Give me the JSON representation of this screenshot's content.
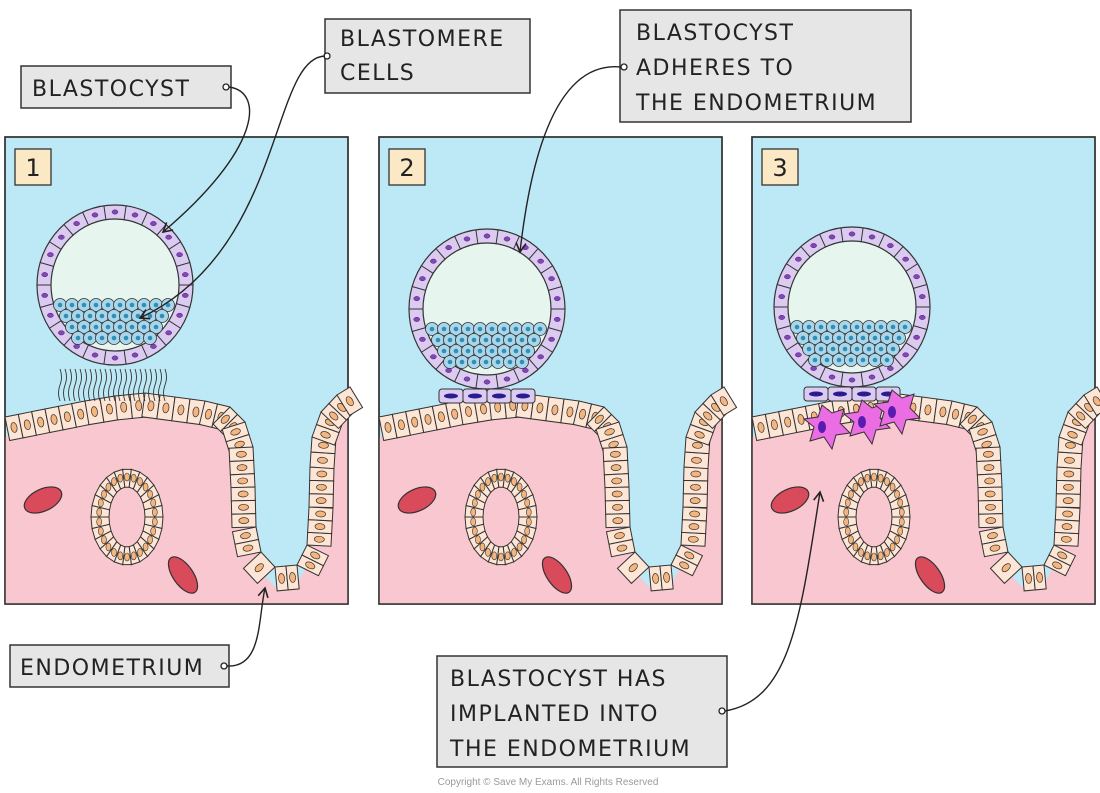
{
  "colors": {
    "fluid": "#bde8f6",
    "tissue": "#f8c7cf",
    "epithelial_cell": "#fde6d6",
    "nucleus_orange": "#f5b57e",
    "trophoblast": "#dccbf1",
    "trophoblast_nucleus": "#8b3fc9",
    "cavity": "#e6f6ef",
    "blastomere": "#a9d6ea",
    "blastomere_nucleus": "#2f8fb5",
    "invading_cell": "#ea6de3",
    "blood_cell": "#d94a5a",
    "label_box": "#e6e6e6",
    "panel_number_box": "#fbe8c5"
  },
  "panels": [
    {
      "number": "1",
      "stage": "approaching"
    },
    {
      "number": "2",
      "stage": "adhering"
    },
    {
      "number": "3",
      "stage": "implanted"
    }
  ],
  "labels": {
    "blastocyst": "BLASTOCYST",
    "blastomere": [
      "BLASTOMERE",
      "CELLS"
    ],
    "adheres": [
      "BLASTOCYST",
      "ADHERES TO",
      "THE ENDOMETRIUM"
    ],
    "endometrium": "ENDOMETRIUM",
    "implanted": [
      "BLASTOCYST HAS",
      "IMPLANTED INTO",
      "THE ENDOMETRIUM"
    ]
  },
  "copyright": "Copyright © Save My Exams. All Rights Reserved"
}
